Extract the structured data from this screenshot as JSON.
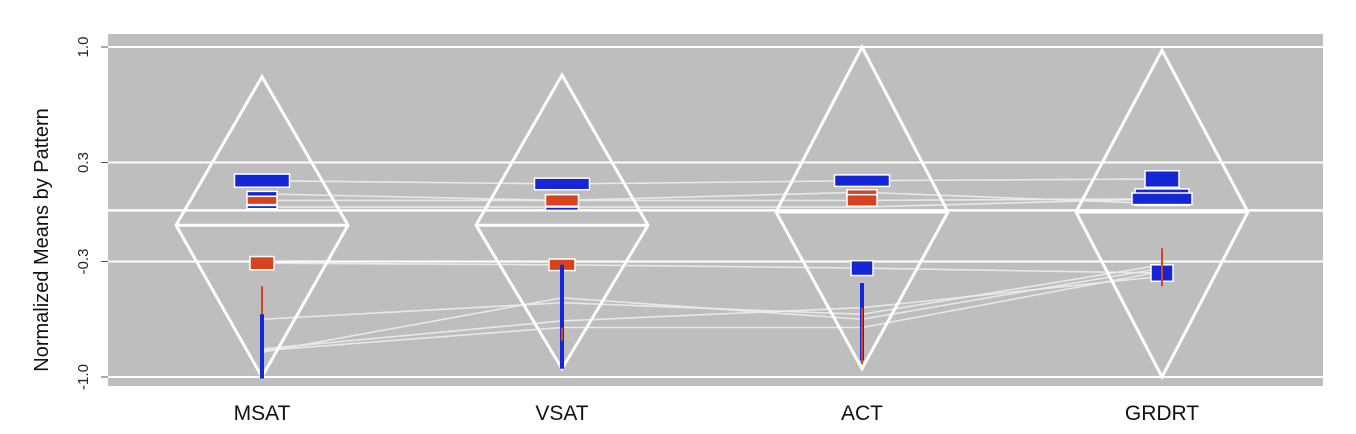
{
  "chart_data": {
    "type": "parallel-coordinates",
    "ylabel": "Normalized Means by Pattern",
    "categories": [
      "MSAT",
      "VSAT",
      "ACT",
      "GRDRT"
    ],
    "ylim": [
      -1.0,
      1.0
    ],
    "yticks": [
      1.0,
      0.3,
      -0.3,
      -1.0
    ],
    "ytick_labels": [
      "1.0",
      "0.3",
      "-0.3",
      "-1.0"
    ],
    "grid": true,
    "colors": {
      "panel": "#bebebe",
      "grid": "#ffffff",
      "diamond": "#ffffff",
      "line": "#ececec",
      "series_blue": "#1426d6",
      "series_red": "#d8431f"
    },
    "diamonds": [
      {
        "category": "MSAT",
        "top": 0.82,
        "middle": -0.08,
        "bottom": -1.0
      },
      {
        "category": "VSAT",
        "top": 0.83,
        "middle": -0.08,
        "bottom": -0.95
      },
      {
        "category": "ACT",
        "top": 1.0,
        "middle": -0.0,
        "bottom": -0.95
      },
      {
        "category": "GRDRT",
        "top": 0.98,
        "middle": 0.0,
        "bottom": -1.0
      }
    ],
    "boxes": [
      {
        "category": "MSAT",
        "color": "blue",
        "center": 0.19,
        "span": 0.08,
        "width": 0.55
      },
      {
        "category": "MSAT",
        "color": "blue",
        "center": 0.11,
        "span": 0.03,
        "width": 0.3
      },
      {
        "category": "MSAT",
        "color": "red",
        "center": 0.07,
        "span": 0.05,
        "width": 0.3
      },
      {
        "category": "MSAT",
        "color": "blue",
        "center": 0.03,
        "span": 0.02,
        "width": 0.3
      },
      {
        "category": "MSAT",
        "color": "red",
        "center": -0.31,
        "span": 0.08,
        "width": 0.24
      },
      {
        "category": "VSAT",
        "color": "blue",
        "center": 0.17,
        "span": 0.07,
        "width": 0.55
      },
      {
        "category": "VSAT",
        "color": "red",
        "center": 0.07,
        "span": 0.07,
        "width": 0.33
      },
      {
        "category": "VSAT",
        "color": "blue",
        "center": 0.02,
        "span": 0.02,
        "width": 0.33
      },
      {
        "category": "VSAT",
        "color": "red",
        "center": -0.32,
        "span": 0.07,
        "width": 0.26
      },
      {
        "category": "ACT",
        "color": "blue",
        "center": 0.19,
        "span": 0.07,
        "width": 0.55
      },
      {
        "category": "ACT",
        "color": "red",
        "center": 0.12,
        "span": 0.03,
        "width": 0.3
      },
      {
        "category": "ACT",
        "color": "red",
        "center": 0.07,
        "span": 0.07,
        "width": 0.3
      },
      {
        "category": "ACT",
        "color": "blue",
        "center": -0.34,
        "span": 0.09,
        "width": 0.22
      },
      {
        "category": "GRDRT",
        "color": "blue",
        "center": 0.2,
        "span": 0.1,
        "width": 0.34
      },
      {
        "category": "GRDRT",
        "color": "blue",
        "center": 0.09,
        "span": 0.1,
        "width": 0.54
      },
      {
        "category": "GRDRT",
        "color": "blue",
        "center": 0.08,
        "span": 0.07,
        "width": 0.6
      },
      {
        "category": "GRDRT",
        "color": "blue",
        "center": -0.37,
        "span": 0.1,
        "width": 0.22
      }
    ],
    "spikes": [
      {
        "category": "MSAT",
        "color": "red",
        "from": -0.45,
        "to": -0.62
      },
      {
        "category": "MSAT",
        "color": "blue",
        "from": -0.62,
        "to": -1.01
      },
      {
        "category": "VSAT",
        "color": "blue",
        "from": -0.32,
        "to": -0.95
      },
      {
        "category": "VSAT",
        "color": "red",
        "from": -0.7,
        "to": -0.78
      },
      {
        "category": "ACT",
        "color": "blue",
        "from": -0.43,
        "to": -0.9
      },
      {
        "category": "ACT",
        "color": "red",
        "from": -0.58,
        "to": -0.92
      },
      {
        "category": "GRDRT",
        "color": "red",
        "from": -0.22,
        "to": -0.45
      }
    ],
    "profiles": [
      [
        0.19,
        0.17,
        0.19,
        0.2
      ],
      [
        0.11,
        0.07,
        0.12,
        0.05
      ],
      [
        0.07,
        0.07,
        0.07,
        0.08
      ],
      [
        0.03,
        0.03,
        0.03,
        0.08
      ],
      [
        -0.31,
        -0.32,
        -0.34,
        -0.37
      ],
      [
        -0.65,
        -0.55,
        -0.62,
        -0.32
      ],
      [
        -0.85,
        -0.52,
        -0.65,
        -0.34
      ],
      [
        -0.84,
        -0.7,
        -0.7,
        -0.36
      ],
      [
        -0.83,
        -0.66,
        -0.58,
        -0.39
      ]
    ]
  }
}
